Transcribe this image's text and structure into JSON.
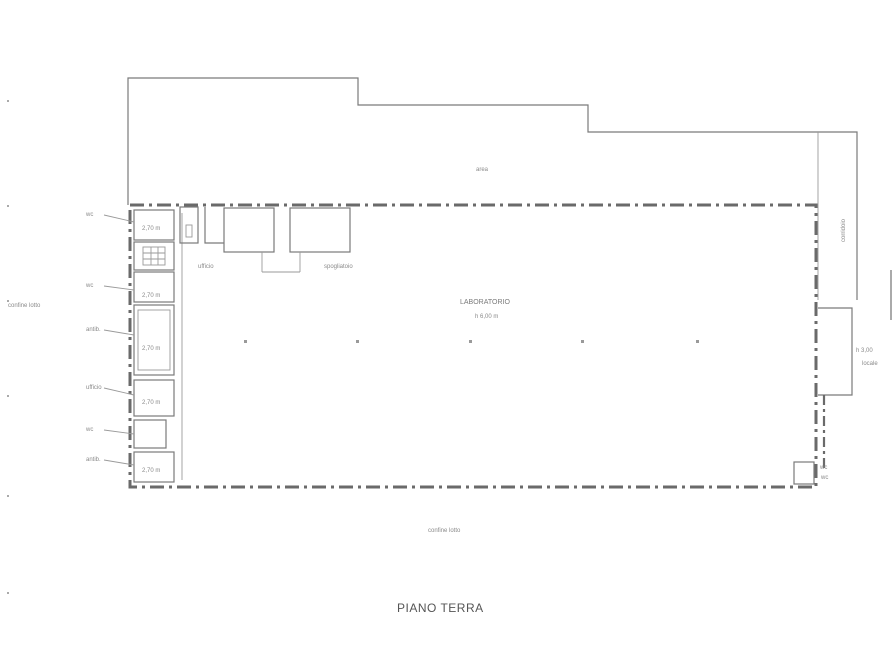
{
  "drawing": {
    "title": "PIANO TERRA",
    "labels": {
      "outdoor": "area",
      "main_hall": "LABORATORIO",
      "main_hall_sub": "h 6,00 m",
      "office_left": "ufficio",
      "office_right": "spogliatoio",
      "left_side": "confine lotto",
      "bottom_side": "confine lotto",
      "right_room": "h 3,00",
      "right_room_sub": "locale",
      "corner_room": "wc",
      "corridor": "corridoio",
      "small_rooms": [
        "2,70 m",
        "2,70 m",
        "2,70 m",
        "2,70 m",
        "2,70 m"
      ],
      "side_tags": [
        "wc",
        "wc",
        "antib.",
        "ufficio",
        "wc",
        "antib.",
        "wc"
      ]
    }
  }
}
